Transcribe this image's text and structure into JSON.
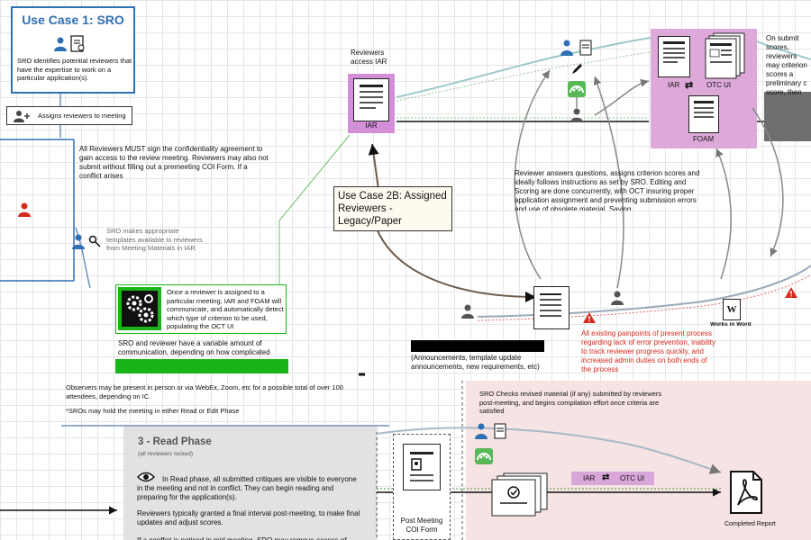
{
  "usecase1": {
    "title": "Use Case 1: SRO",
    "description": "SRO identifies potential reviewers that have the expertise to work on a particular application(s)."
  },
  "assign": {
    "label": "Assigns reviewers to meeting"
  },
  "coi_note": "All Reviewers MUST sign the confidentiality agreement to gain access to the review meeting. Reviewers may also not submit without filling out a premeeting COI Form.  If a conflict arises",
  "sro_templates": "SRO makes appropriate templates available to reviewers from Meeting Materials in IAR.",
  "reviewers_access": {
    "label": "Reviewers access IAR",
    "doc_label": "IAR"
  },
  "integration": {
    "text": "Once a reviewer is assigned to a particular meeting, IAR and FOAM will communicate, and automatically detect which type of criterion to be used, populating the OCT UI"
  },
  "communication": "SRO and reviewer have a variable amount of communication, depending on how complicated",
  "usecase2b": {
    "title": "Use Case 2B: Assigned Reviewers - Legacy/Paper"
  },
  "reviewer_answers": "Reviewer answers questions, assigns criterion scores and ideally follows instructions as set by SRO.  Editing and Scoring are done concurrently, with OCT insuring proper application assignment and preventing submission errors and use of obsolete material. Saving",
  "on_submit": "On submit scores, reviewers may criterion scores a preliminary c score, then up word doc. into This is repeated",
  "systems": {
    "iar": "IAR",
    "otc_ui": "OTC UI",
    "foam": "FOAM"
  },
  "announcements": "(Announcements, template update announcements, new requirements, etc)",
  "painpoints": "All existing painpoints of present process regarding lack of error prevention, inability to track reviewer progress quickly, and increased admin duties on both ends of the process",
  "works_in_word": "Works in Word",
  "observers": "Observers may be present in person or via WebEx, Zoom, etc for a possible total of over 100 attendees, depending on IC.",
  "sro_meeting_note": "*SROs may hold the meeting in either Read or Edit Phase",
  "read_phase": {
    "title": "3 - Read Phase",
    "subtitle": "(all reviewers locked)",
    "p1": "In Read phase, all submitted critiques are visible to everyone in the meeting and not in conflict.  They can begin reading and preparing for the application(s).",
    "p2": "Reviewers typically granted a final interval post-meeting, to make final updates and adjust scores.",
    "p3": "If a conflict is noticed in mid meeting, SRO may remove access of"
  },
  "post_meeting": {
    "label": "Post Meeting COI Form"
  },
  "sro_checks": "SRO Checks revised material (if any) submitted by reviewers post-meeting, and begins compilation effort once criteria are satisfied",
  "iar_otc_bar": {
    "iar": "IAR",
    "otc_ui": "OTC UI"
  },
  "completed_report": "Completed Report",
  "colors": {
    "blue": "#2f6fb3",
    "pink": "#d9a6d9",
    "purple": "#b45fc4",
    "green": "#18b418",
    "red": "#d52b1e",
    "gray_panel": "#e4e4e4",
    "pink_panel": "#f6e3e3"
  }
}
